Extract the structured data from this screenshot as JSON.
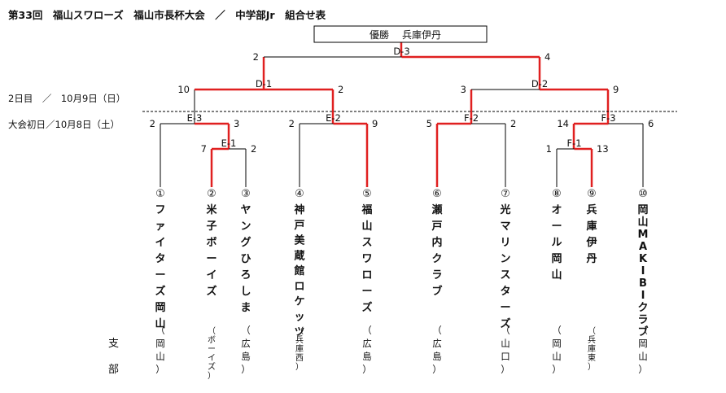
{
  "header": {
    "title": "第33回　福山スワローズ　福山市長杯大会　／　中学部Jr　組合せ表",
    "winner_label": "優勝",
    "winner_name": "兵庫伊丹"
  },
  "schedule": {
    "day2": "2日目　／　10月9日（日）",
    "day1": "大会初日／10月8日（土）"
  },
  "side_label": [
    "支",
    "部"
  ],
  "colors": {
    "winner_path": "#e02020",
    "line": "#000000"
  },
  "teams": [
    {
      "no": "①",
      "name": "ファイターズ岡山",
      "branch": "（岡山）"
    },
    {
      "no": "②",
      "name": "米子ボーイズ",
      "branch": "（ボーイズ）"
    },
    {
      "no": "③",
      "name": "ヤングひろしま",
      "branch": "（広島）"
    },
    {
      "no": "④",
      "name": "神戸美蔵館ロケッツ",
      "branch": "（兵庫西）"
    },
    {
      "no": "⑤",
      "name": "福山スワローズ",
      "branch": "（広島）"
    },
    {
      "no": "⑥",
      "name": "瀬戸内クラブ",
      "branch": "（広島）"
    },
    {
      "no": "⑦",
      "name": "光マリンスターズ",
      "branch": "（山口）"
    },
    {
      "no": "⑧",
      "name": "オール岡山",
      "branch": "（岡山）"
    },
    {
      "no": "⑨",
      "name": "兵庫伊丹",
      "branch": "（兵庫東）"
    },
    {
      "no": "⑩",
      "name": "岡山MAKIBIクラブ",
      "branch": "（岡山）"
    }
  ],
  "matches": [
    {
      "id": "E-1",
      "left_score": "7",
      "right_score": "2"
    },
    {
      "id": "F-1",
      "left_score": "1",
      "right_score": "13"
    },
    {
      "id": "E-3",
      "left_score": "2",
      "right_score": "3"
    },
    {
      "id": "E-2",
      "left_score": "2",
      "right_score": "9"
    },
    {
      "id": "F-2",
      "left_score": "5",
      "right_score": "2"
    },
    {
      "id": "F-3",
      "left_score": "14",
      "right_score": "6"
    },
    {
      "id": "D-1",
      "left_score": "10",
      "right_score": "2"
    },
    {
      "id": "D-2",
      "left_score": "3",
      "right_score": "9"
    },
    {
      "id": "D-3",
      "left_score": "2",
      "right_score": "4"
    }
  ]
}
